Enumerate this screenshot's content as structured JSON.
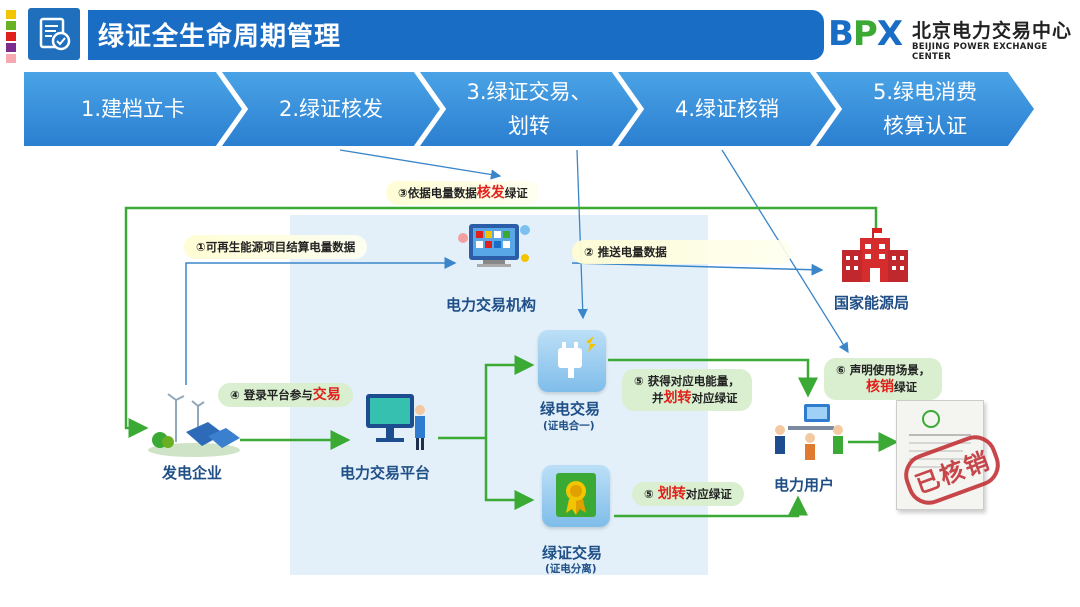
{
  "header": {
    "title": "绿证全生命周期管理",
    "logo_mark": "BPX",
    "logo_cn": "北京电力交易中心",
    "logo_en": "BEIJING POWER EXCHANGE CENTER",
    "colors": {
      "primary": "#1a6dc5",
      "accent_green": "#3aaa35",
      "accent_red": "#e0201a"
    },
    "side_colors": [
      "#f2c500",
      "#6ab023",
      "#e0201a",
      "#7b2d8e",
      "#f7a8b0"
    ]
  },
  "steps": [
    {
      "line1": "1.建档立卡",
      "line2": ""
    },
    {
      "line1": "2.绿证核发",
      "line2": ""
    },
    {
      "line1": "3.绿证交易、",
      "line2": "划转"
    },
    {
      "line1": "4.绿证核销",
      "line2": ""
    },
    {
      "line1": "5.绿电消费",
      "line2": "核算认证"
    }
  ],
  "nodes": {
    "trading_org": "电力交易机构",
    "energy_bureau": "国家能源局",
    "generator": "发电企业",
    "platform": "电力交易平台",
    "green_power_trade": "绿电交易",
    "green_power_trade_sub": "(证电合一)",
    "green_cert_trade": "绿证交易",
    "green_cert_trade_sub": "(证电分离)",
    "power_user": "电力用户",
    "stamp": "已核销"
  },
  "annotations": {
    "a1": "①可再生能源项目结算电量数据",
    "a2": "② 推送电量数据",
    "a3_pre": "③依据电量数据",
    "a3_red": "核发",
    "a3_post": "绿证",
    "a4_pre": "④ 登录平台参与",
    "a4_red": "交易",
    "a5a_l1": "⑤ 获得对应电能量，",
    "a5a_l2_pre": "并",
    "a5a_l2_red": "划转",
    "a5a_l2_post": "对应绿证",
    "a5b_pre": "⑤ ",
    "a5b_red": "划转",
    "a5b_post": "对应绿证",
    "a6_l1": "⑥ 声明使用场景，",
    "a6_l2_red": "核销",
    "a6_l2_post": "绿证"
  }
}
